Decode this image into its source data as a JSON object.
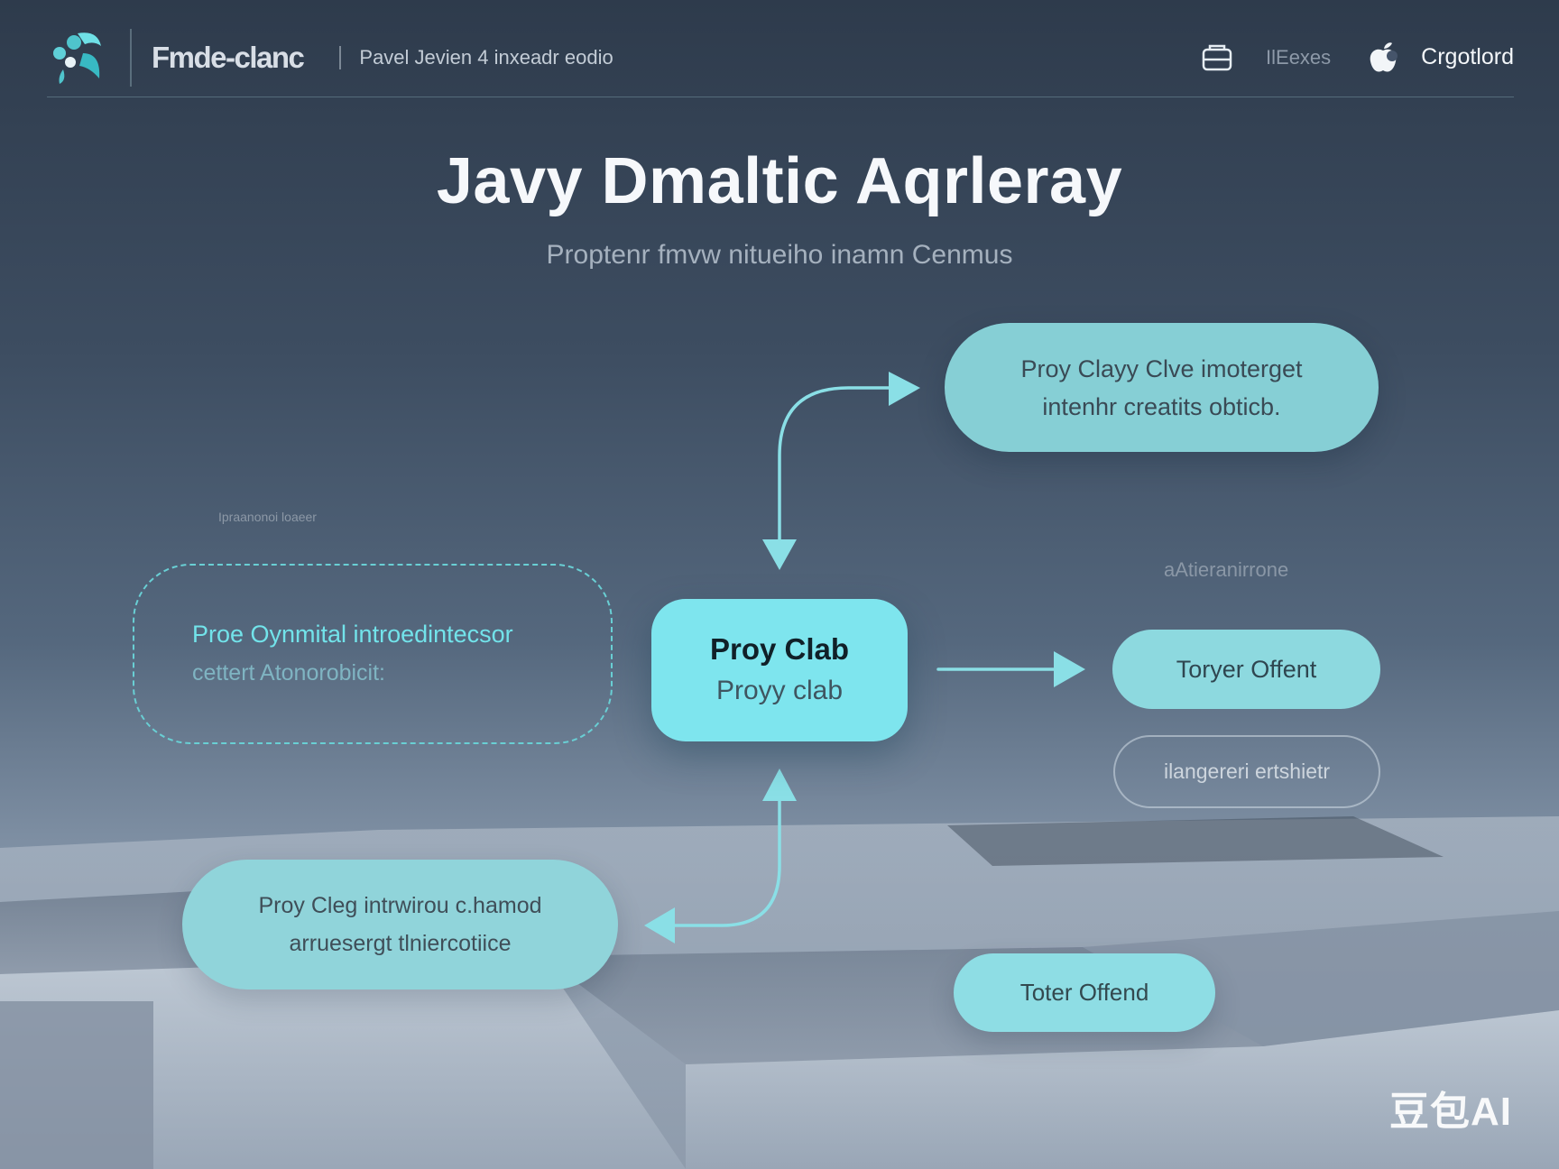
{
  "header": {
    "brand": "Fmde-clanc",
    "breadcrumb": "Pavel Jevien 4 inxeadr eodio",
    "icons": [
      "window-icon",
      "apple-icon"
    ],
    "nav_label": "IlEexes",
    "user_label": "Crgotlord"
  },
  "page": {
    "title": "Javy Dmaltic Aqrleray",
    "subtitle": "Proptenr fmvw nitueiho inamn Cenmus"
  },
  "diagram": {
    "nodes": {
      "top_pill": {
        "line1": "Proy Clayy Clve imoterget",
        "line2": "intenhr creatits obticb."
      },
      "center": {
        "title": "Proy Clab",
        "subtitle": "Proyy clab"
      },
      "dashed_box": {
        "caption": "Ipraanonoi loaeer",
        "line1": "Proe Oynmital introedintecsor",
        "line2": "cettert Atonorobicit:"
      },
      "right_label": "aAtieranirrone",
      "right_pill": "Toryer Offent",
      "outline_pill": "ilangereri ertshietr",
      "bottom_left_pill": {
        "line1": "Proy Cleg intrwirou c.hamod",
        "line2": "arruesergt tlniercotiice"
      },
      "bottom_right_pill": "Toter Offend"
    },
    "colors": {
      "accent": "#7ee5ee",
      "pill": "#86cfd5",
      "arrow": "#8adfe6",
      "dashed": "#69cfd4"
    }
  },
  "watermark": "豆包AI"
}
